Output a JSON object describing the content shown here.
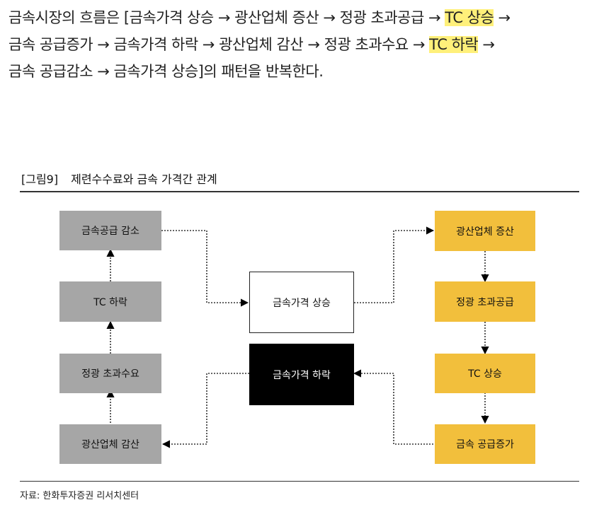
{
  "paragraph": {
    "lines": [
      [
        {
          "text": "금속시장의 흐름은 [금속가격 상승 → 광산업체 증산 → 정광 초과공급 → ",
          "hl": false
        },
        {
          "text": "TC 상승",
          "hl": true
        },
        {
          "text": " →",
          "hl": false
        }
      ],
      [
        {
          "text": "금속 공급증가 → 금속가격 하락 → 광산업체 감산 → 정광 초과수요 → ",
          "hl": false
        },
        {
          "text": "TC 하락",
          "hl": true
        },
        {
          "text": " →",
          "hl": false
        }
      ],
      [
        {
          "text": "금속 공급감소 → 금속가격 상승]의 패턴을 반복한다.",
          "hl": false
        }
      ]
    ]
  },
  "figure": {
    "label": "[그림9]",
    "title": "제련수수료와 금속 가격간 관계",
    "boxes": {
      "supply_decrease": "금속공급  감소",
      "tc_down": "TC 하락",
      "concentrate_shortage": "정광  초과수요",
      "mine_cut": "광산업체  감산",
      "price_up": "금속가격  상승",
      "price_down": "금속가격  하락",
      "mine_increase": "광산업체  증산",
      "concentrate_surplus": "정광  초과공급",
      "tc_up": "TC 상승",
      "supply_increase": "금속  공급증가"
    },
    "colors": {
      "left_boxes": "#a6a6a6",
      "right_boxes": "#f2bf3c",
      "price_up_box": "#ffffff",
      "price_down_box": "#000000",
      "highlight": "#fff07a"
    }
  },
  "source": "자료: 한화투자증권 리서치센터"
}
